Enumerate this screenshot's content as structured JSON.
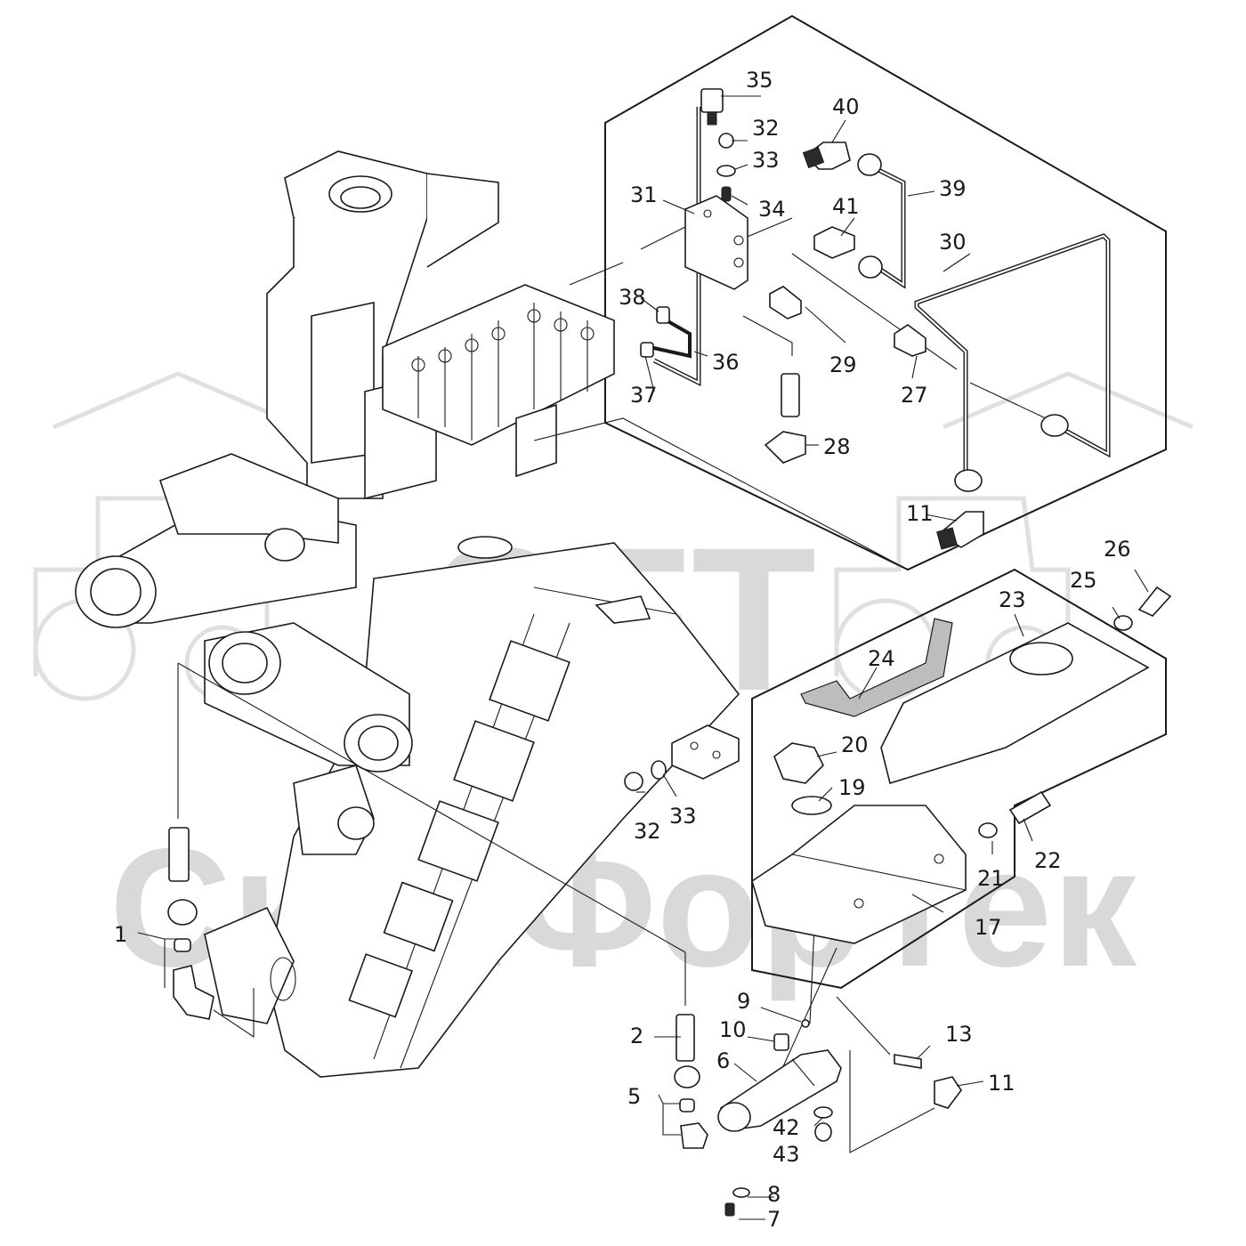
{
  "watermark": {
    "brand": "SFT",
    "company": "СканФорТек"
  },
  "callouts": [
    {
      "id": "1",
      "text": "1"
    },
    {
      "id": "2",
      "text": "2"
    },
    {
      "id": "5",
      "text": "5"
    },
    {
      "id": "6",
      "text": "6"
    },
    {
      "id": "7",
      "text": "7"
    },
    {
      "id": "8",
      "text": "8"
    },
    {
      "id": "9",
      "text": "9"
    },
    {
      "id": "10",
      "text": "10"
    },
    {
      "id": "11a",
      "text": "11"
    },
    {
      "id": "11b",
      "text": "11"
    },
    {
      "id": "13",
      "text": "13"
    },
    {
      "id": "17",
      "text": "17"
    },
    {
      "id": "19",
      "text": "19"
    },
    {
      "id": "20",
      "text": "20"
    },
    {
      "id": "21",
      "text": "21"
    },
    {
      "id": "22",
      "text": "22"
    },
    {
      "id": "23",
      "text": "23"
    },
    {
      "id": "24",
      "text": "24"
    },
    {
      "id": "25",
      "text": "25"
    },
    {
      "id": "26",
      "text": "26"
    },
    {
      "id": "27",
      "text": "27"
    },
    {
      "id": "28",
      "text": "28"
    },
    {
      "id": "29",
      "text": "29"
    },
    {
      "id": "30",
      "text": "30"
    },
    {
      "id": "31",
      "text": "31"
    },
    {
      "id": "32a",
      "text": "32"
    },
    {
      "id": "32b",
      "text": "32"
    },
    {
      "id": "33a",
      "text": "33"
    },
    {
      "id": "33b",
      "text": "33"
    },
    {
      "id": "34",
      "text": "34"
    },
    {
      "id": "35",
      "text": "35"
    },
    {
      "id": "36",
      "text": "36"
    },
    {
      "id": "37",
      "text": "37"
    },
    {
      "id": "38",
      "text": "38"
    },
    {
      "id": "39",
      "text": "39"
    },
    {
      "id": "40",
      "text": "40"
    },
    {
      "id": "41",
      "text": "41"
    },
    {
      "id": "42",
      "text": "42"
    },
    {
      "id": "43",
      "text": "43"
    }
  ]
}
